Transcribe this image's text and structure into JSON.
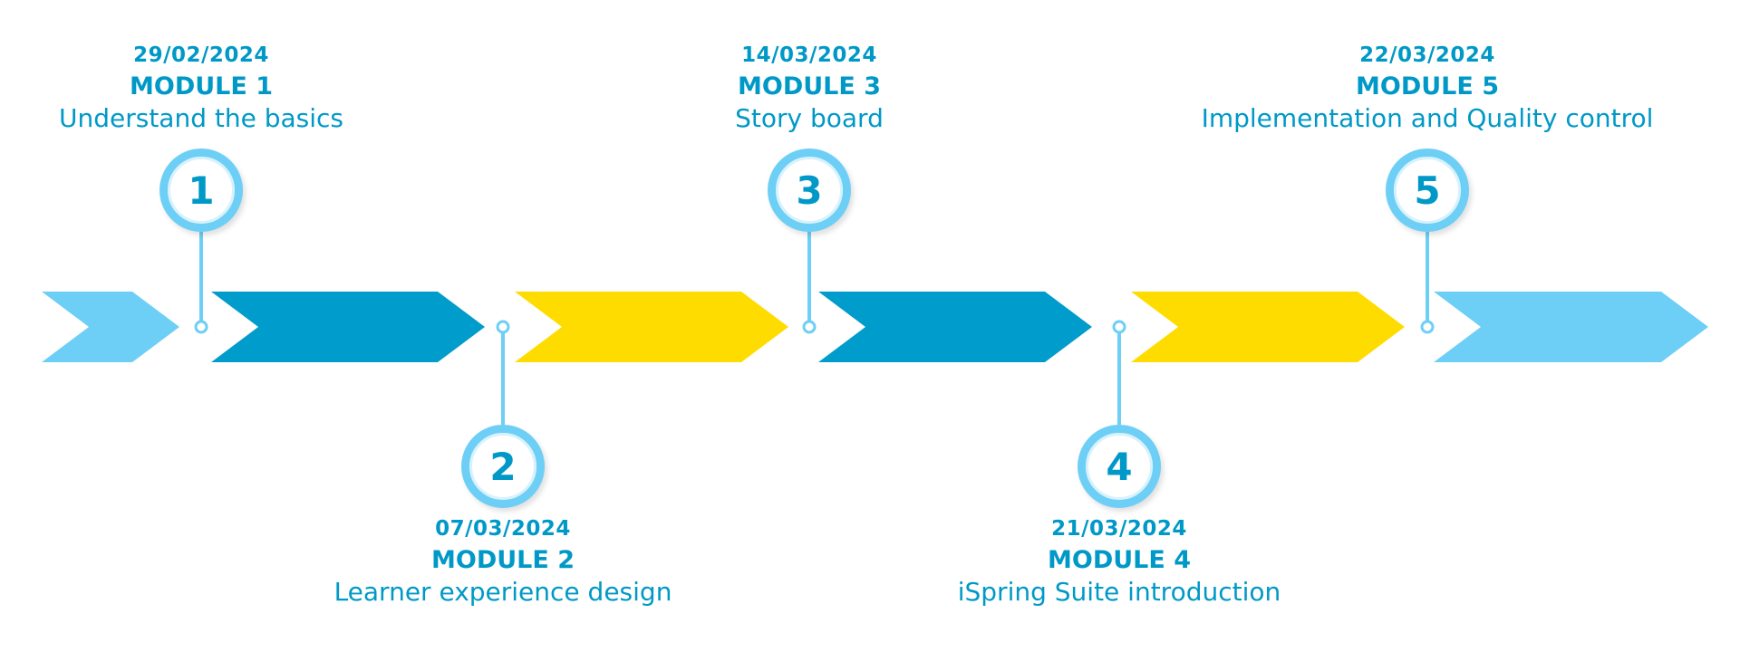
{
  "colors": {
    "light_blue": "#6ecff6",
    "dark_blue": "#009ccb",
    "yellow": "#ffdc00",
    "text_blue": "#0099c7",
    "connector": "#6ecff6"
  },
  "chevrons": [
    {
      "color": "light_blue"
    },
    {
      "color": "dark_blue"
    },
    {
      "color": "yellow"
    },
    {
      "color": "dark_blue"
    },
    {
      "color": "yellow"
    },
    {
      "color": "light_blue"
    }
  ],
  "modules": [
    {
      "number": "1",
      "date": "29/02/2024",
      "label": "MODULE 1",
      "title": "Understand the basics",
      "position": "top"
    },
    {
      "number": "2",
      "date": "07/03/2024",
      "label": "MODULE 2",
      "title": "Learner experience design",
      "position": "bottom"
    },
    {
      "number": "3",
      "date": "14/03/2024",
      "label": "MODULE 3",
      "title": "Story board",
      "position": "top"
    },
    {
      "number": "4",
      "date": "21/03/2024",
      "label": "MODULE 4",
      "title": "iSpring Suite introduction",
      "position": "bottom"
    },
    {
      "number": "5",
      "date": "22/03/2024",
      "label": "MODULE 5",
      "title": "Implementation and Quality control",
      "position": "top"
    }
  ]
}
